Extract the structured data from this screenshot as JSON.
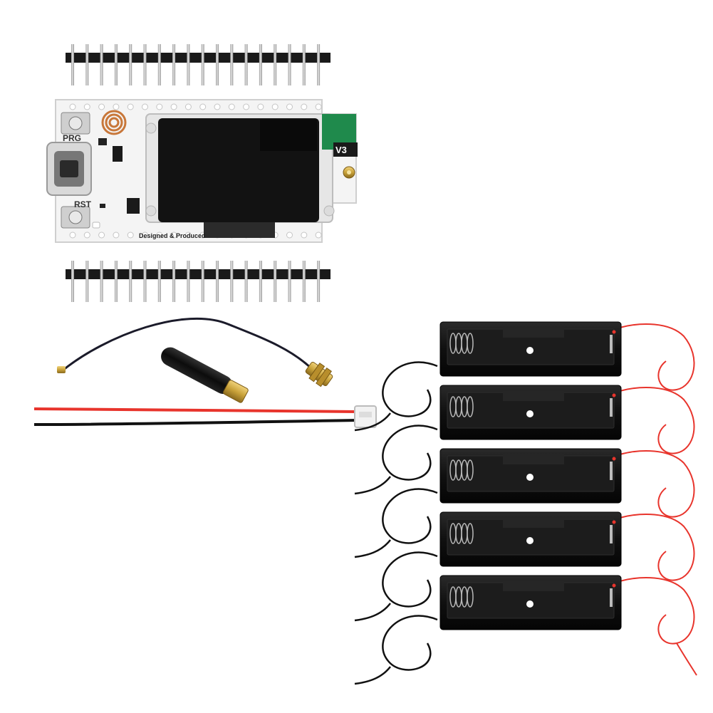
{
  "board": {
    "button_top_label": "PRG",
    "button_bottom_label": "RST",
    "version_label": "V3",
    "silkscreen_text": "Designed & Produced"
  },
  "colors": {
    "pcb": "#f4f4f4",
    "oled": "#121212",
    "antenna_pcb": "#1f8a4c",
    "battery_holder": "#141414",
    "wire_red": "#e8342c",
    "wire_black": "#111111",
    "gold": "#c9a23a",
    "copper": "#c8773a"
  },
  "items": {
    "pin_header_count": 2,
    "battery_holder_count": 5
  }
}
